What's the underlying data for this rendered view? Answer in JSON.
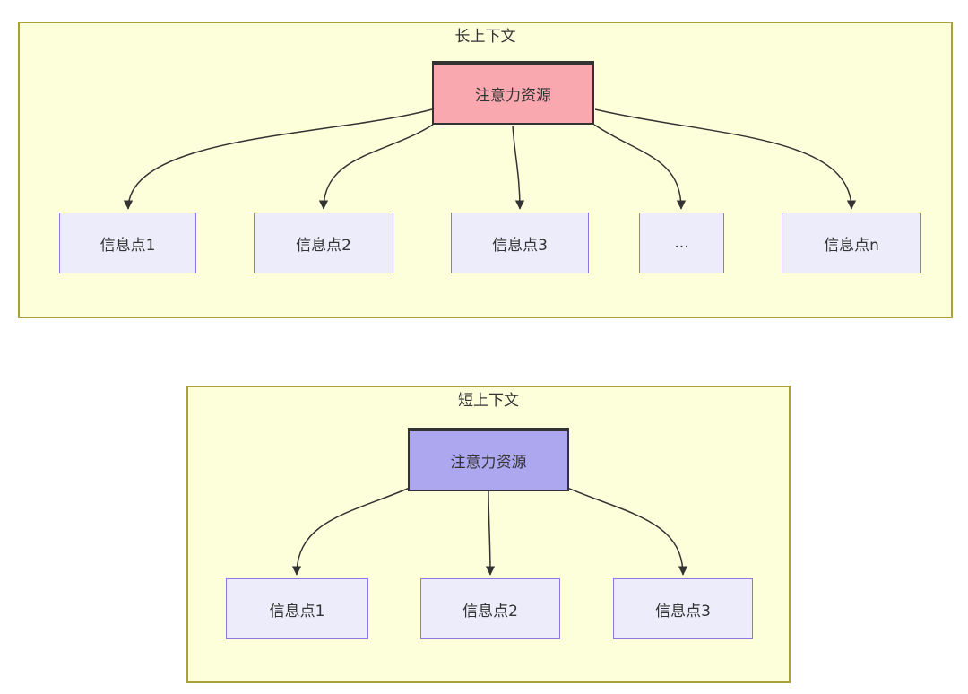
{
  "colors": {
    "page_bg": "#ffffff",
    "panel_bg": "#fdfeda",
    "panel_border": "#a9a23a",
    "long_root_fill": "#f9a8b0",
    "short_root_fill": "#aca7ee",
    "root_border": "#333333",
    "node_fill": "#ececfb",
    "node_border": "#8f76e0",
    "arrow_color": "#333333",
    "text_color": "#333333"
  },
  "panels": [
    {
      "title": "长上下文",
      "root": {
        "label": "注意力资源"
      },
      "children": [
        {
          "label": "信息点1"
        },
        {
          "label": "信息点2"
        },
        {
          "label": "信息点3"
        },
        {
          "label": "..."
        },
        {
          "label": "信息点n"
        }
      ],
      "edges": [
        {
          "from": "注意力资源",
          "to": "信息点1"
        },
        {
          "from": "注意力资源",
          "to": "信息点2"
        },
        {
          "from": "注意力资源",
          "to": "信息点3"
        },
        {
          "from": "注意力资源",
          "to": "..."
        },
        {
          "from": "注意力资源",
          "to": "信息点n"
        }
      ]
    },
    {
      "title": "短上下文",
      "root": {
        "label": "注意力资源"
      },
      "children": [
        {
          "label": "信息点1"
        },
        {
          "label": "信息点2"
        },
        {
          "label": "信息点3"
        }
      ],
      "edges": [
        {
          "from": "注意力资源",
          "to": "信息点1"
        },
        {
          "from": "注意力资源",
          "to": "信息点2"
        },
        {
          "from": "注意力资源",
          "to": "信息点3"
        }
      ]
    }
  ]
}
